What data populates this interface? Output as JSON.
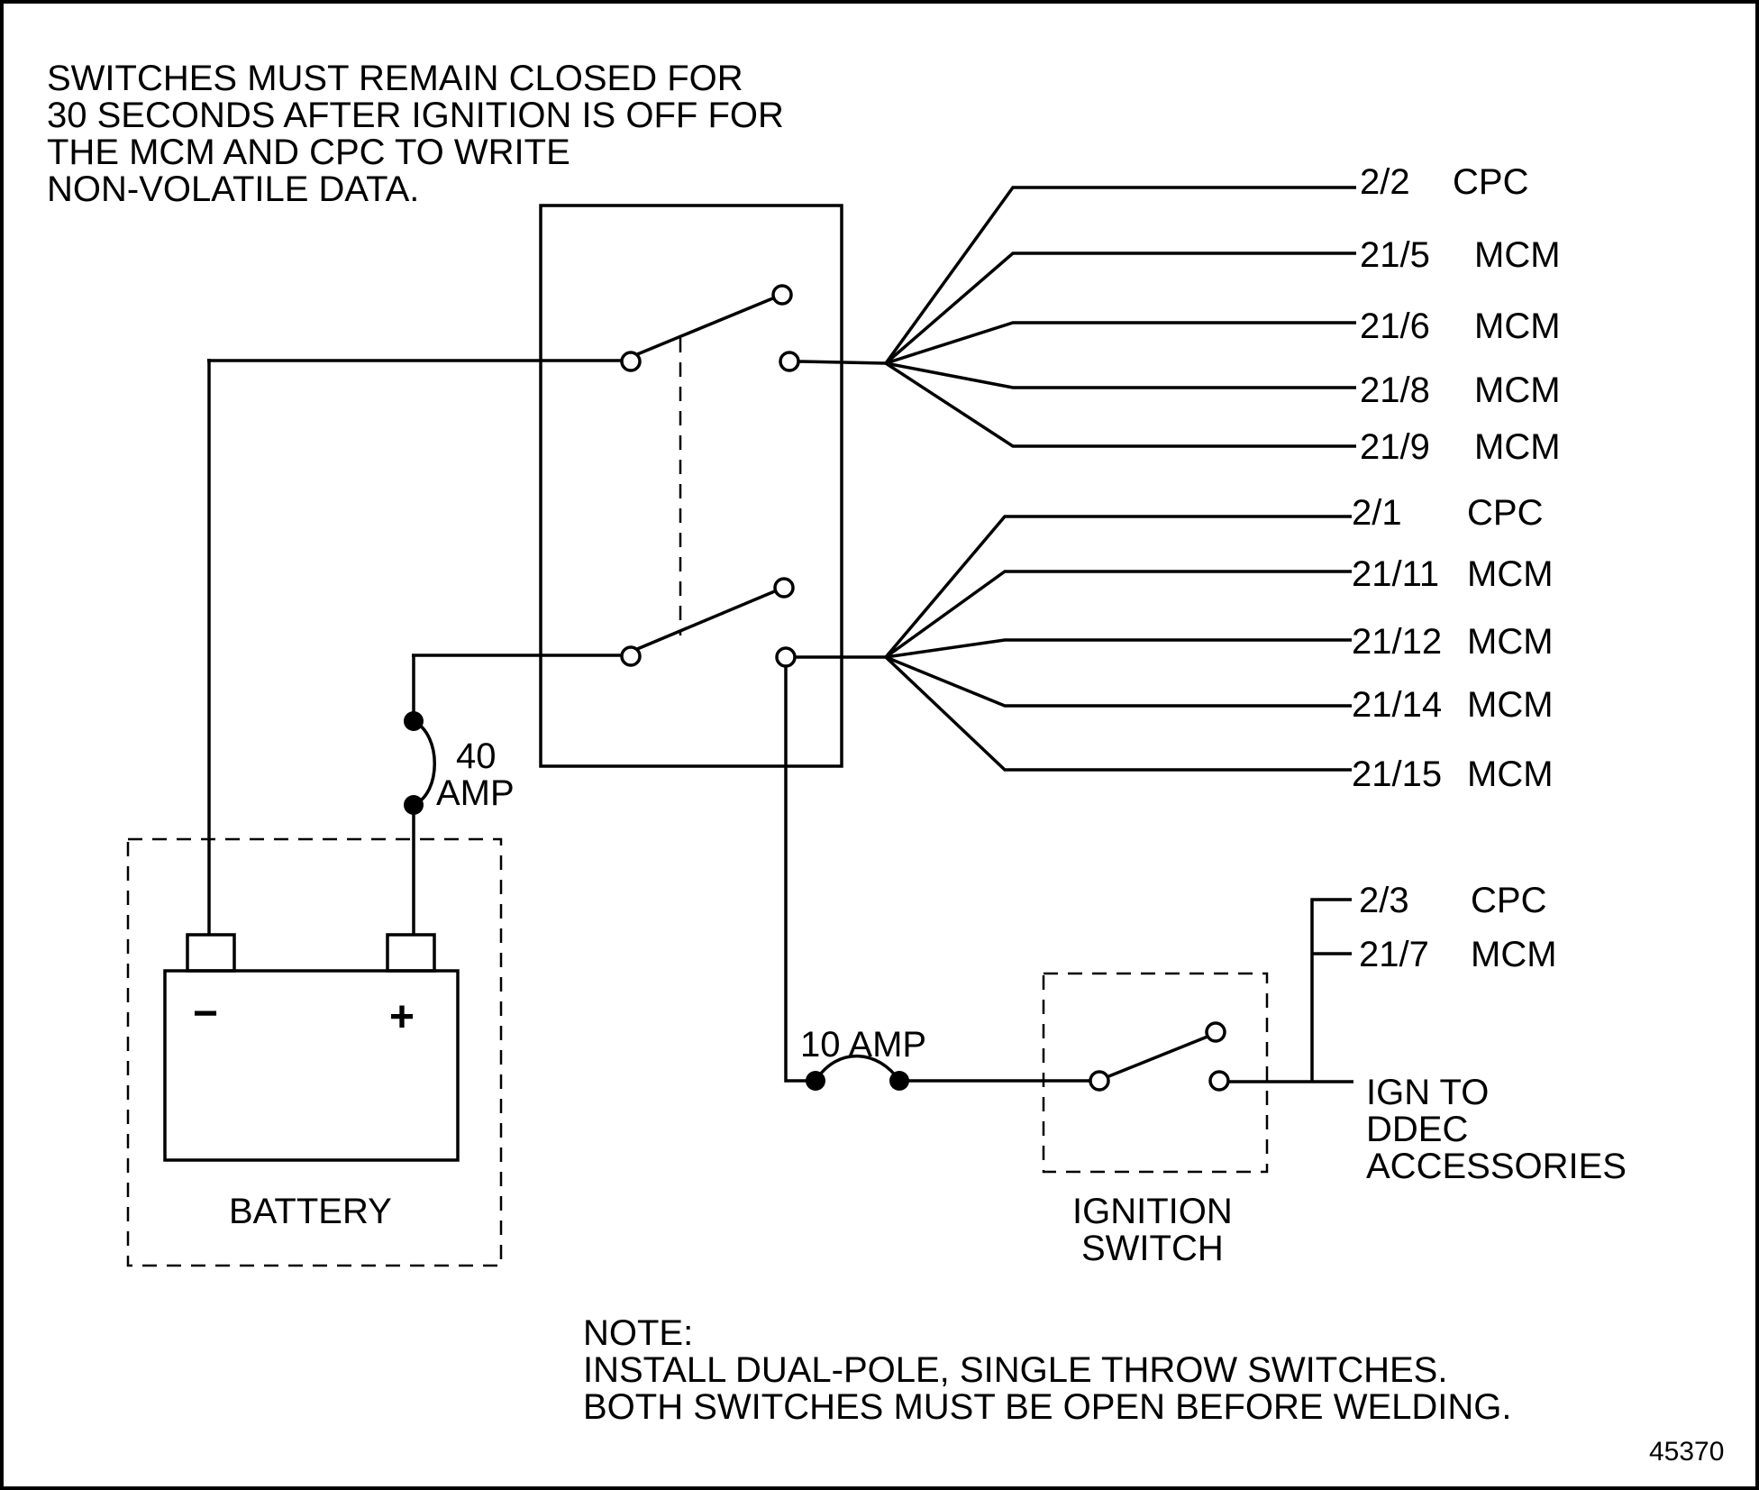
{
  "top_note": [
    "SWITCHES MUST REMAIN CLOSED FOR",
    "30 SECONDS AFTER IGNITION IS OFF FOR",
    "THE MCM AND CPC TO WRITE",
    "NON-VOLATILE DATA."
  ],
  "upper_connections": [
    {
      "pin": "2/2",
      "module": "CPC"
    },
    {
      "pin": "21/5",
      "module": "MCM"
    },
    {
      "pin": "21/6",
      "module": "MCM"
    },
    {
      "pin": "21/8",
      "module": "MCM"
    },
    {
      "pin": "21/9",
      "module": "MCM"
    }
  ],
  "lower_connections": [
    {
      "pin": "2/1",
      "module": "CPC"
    },
    {
      "pin": "21/11",
      "module": "MCM"
    },
    {
      "pin": "21/12",
      "module": "MCM"
    },
    {
      "pin": "21/14",
      "module": "MCM"
    },
    {
      "pin": "21/15",
      "module": "MCM"
    }
  ],
  "ignition_connections": [
    {
      "pin": "2/3",
      "module": "CPC"
    },
    {
      "pin": "21/7",
      "module": "MCM"
    }
  ],
  "fuse_main": [
    "40",
    "AMP"
  ],
  "fuse_ignition": "10 AMP",
  "battery": {
    "label": "BATTERY",
    "negative": "−",
    "positive": "+"
  },
  "ignition_switch": [
    "IGNITION",
    "SWITCH"
  ],
  "ign_output": [
    "IGN TO",
    "DDEC",
    "ACCESSORIES"
  ],
  "bottom_note": [
    "NOTE:",
    "INSTALL DUAL-POLE, SINGLE THROW SWITCHES.",
    "BOTH SWITCHES MUST BE OPEN BEFORE WELDING."
  ],
  "figure_number": "45370"
}
